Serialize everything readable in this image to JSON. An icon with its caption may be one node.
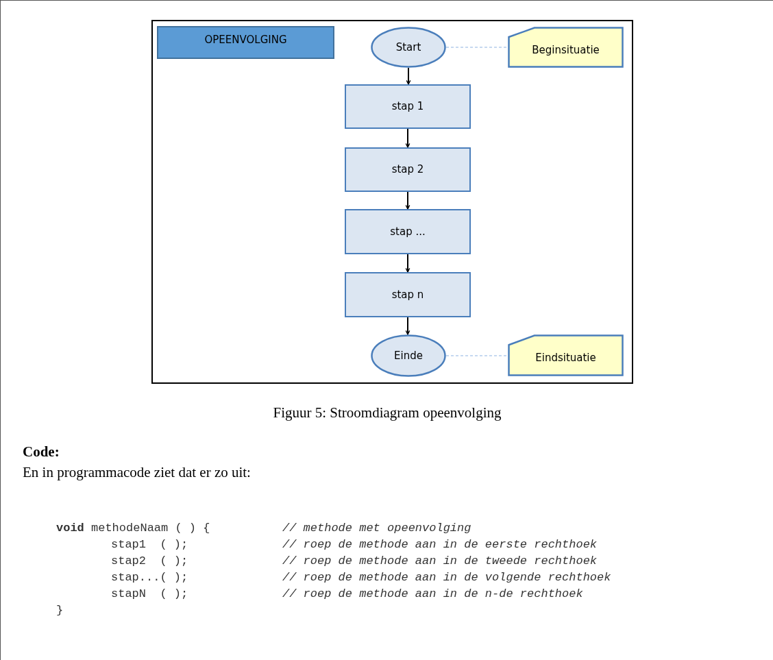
{
  "diagram": {
    "caption": "Figuur 5: Stroomdiagram opeenvolging",
    "nodes": [
      {
        "text": [
          "OPEENVOLGING"
        ]
      },
      {
        "text": [
          "Start"
        ]
      },
      {
        "text": [
          "Beginsituatie"
        ]
      },
      {
        "text": [
          "stap 1"
        ]
      },
      {
        "text": [
          "stap 2"
        ]
      },
      {
        "text": [
          "stap ..."
        ]
      },
      {
        "text": [
          "stap n"
        ]
      },
      {
        "text": [
          "Einde"
        ]
      },
      {
        "text": [
          "Eindsituatie"
        ]
      }
    ],
    "edges": [
      {
        "from": 1,
        "to": 3,
        "arrow": "to"
      },
      {
        "from": 3,
        "to": 4,
        "arrow": "to"
      },
      {
        "from": 4,
        "to": 5,
        "arrow": "to"
      },
      {
        "from": 5,
        "to": 6,
        "arrow": "to"
      },
      {
        "from": 6,
        "to": 7,
        "arrow": "to"
      },
      {
        "from": 1,
        "to": 2,
        "arrow": "none",
        "style": "dashed",
        "color": "#8db3e2"
      },
      {
        "from": 7,
        "to": 8,
        "arrow": "none",
        "style": "dashed",
        "color": "#8db3e2"
      }
    ],
    "labels": [
      "Code:",
      "En in programmacode ziet dat er zo uit:",
      "**void** methodeNaam ( ) {",
      "// methode met opeenvolging",
      "stap1  ( );",
      "// roep de methode aan in de eerste rechthoek",
      "stap2  ( );",
      "// roep de methode aan in de tweede rechthoek",
      "stap...( );",
      "// roep de methode aan in de volgende rechthoek",
      "stapN  ( );",
      "// roep de methode aan in de n-de rechthoek",
      "}"
    ]
  }
}
